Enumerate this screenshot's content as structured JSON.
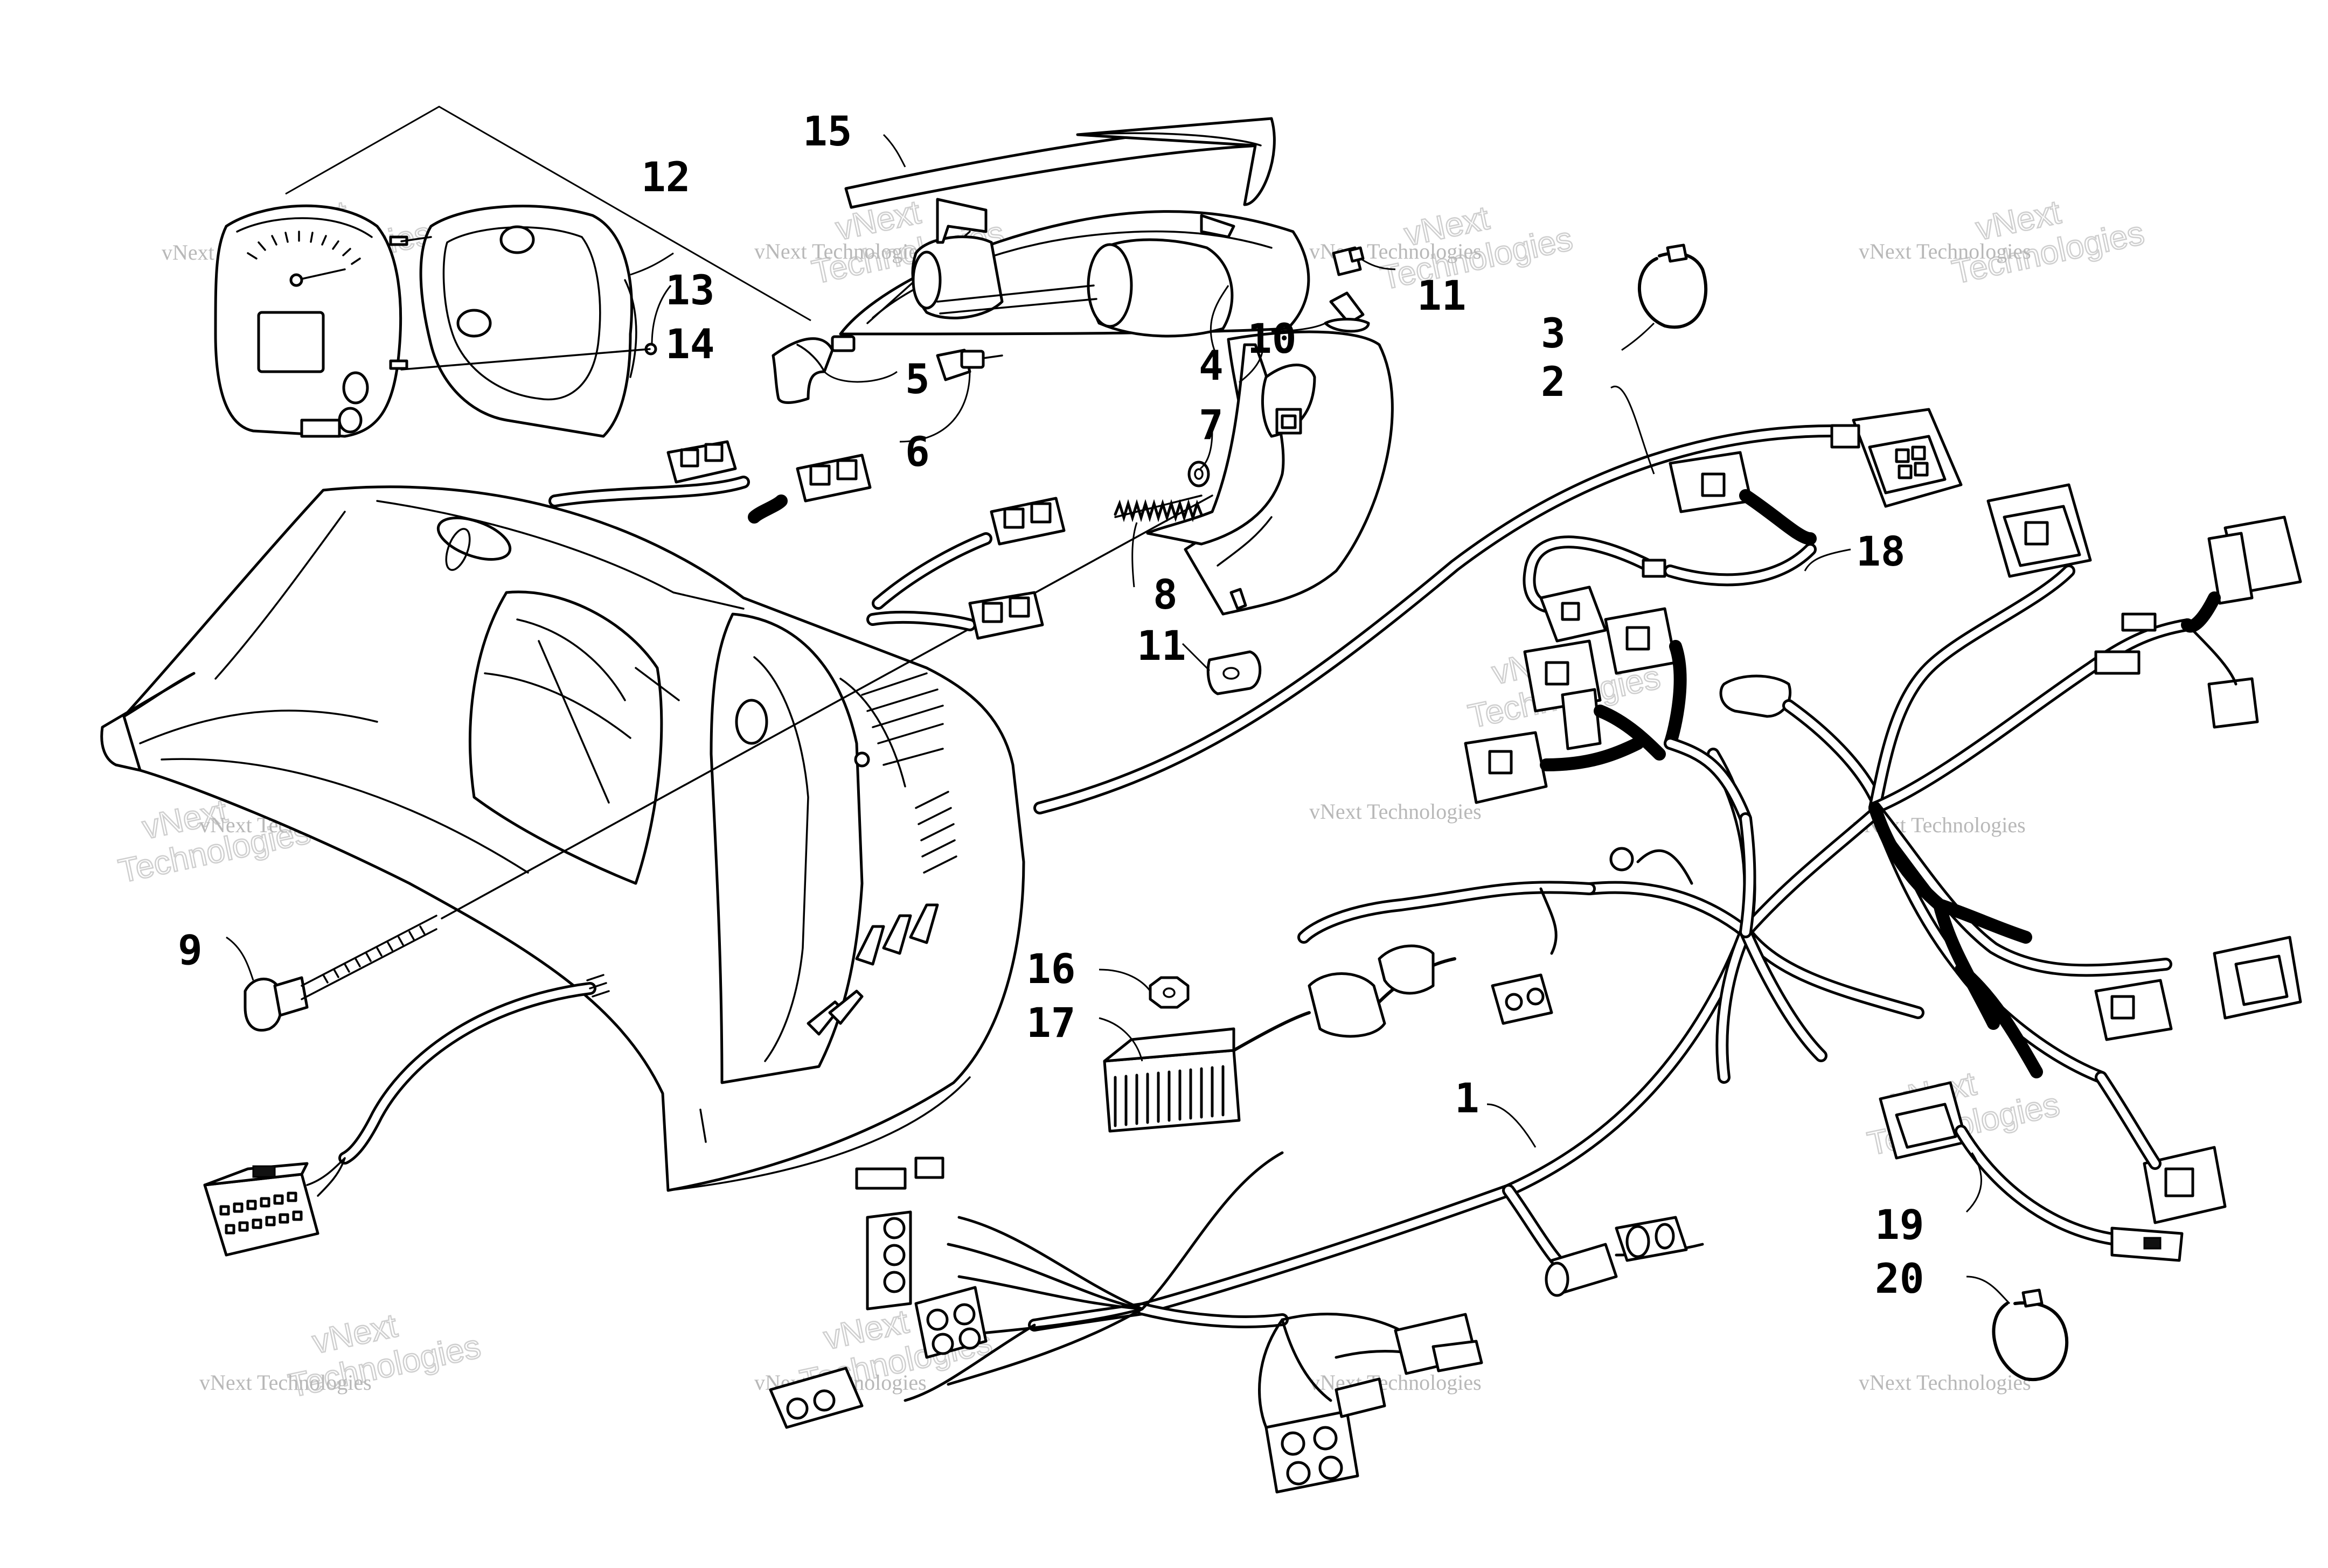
{
  "callouts": [
    {
      "id": "1",
      "label": "1"
    },
    {
      "id": "2",
      "label": "2"
    },
    {
      "id": "3",
      "label": "3"
    },
    {
      "id": "4",
      "label": "4"
    },
    {
      "id": "5",
      "label": "5"
    },
    {
      "id": "6",
      "label": "6"
    },
    {
      "id": "7",
      "label": "7"
    },
    {
      "id": "8",
      "label": "8"
    },
    {
      "id": "9",
      "label": "9"
    },
    {
      "id": "10",
      "label": "10"
    },
    {
      "id": "11a",
      "label": "11"
    },
    {
      "id": "11b",
      "label": "11"
    },
    {
      "id": "12",
      "label": "12"
    },
    {
      "id": "13",
      "label": "13"
    },
    {
      "id": "14",
      "label": "14"
    },
    {
      "id": "15",
      "label": "15"
    },
    {
      "id": "16",
      "label": "16"
    },
    {
      "id": "17",
      "label": "17"
    },
    {
      "id": "18",
      "label": "18"
    },
    {
      "id": "19",
      "label": "19"
    },
    {
      "id": "20",
      "label": "20"
    }
  ],
  "watermark": {
    "name": "vNext Technologies",
    "word1": "vNext",
    "word2": "Technologies"
  }
}
